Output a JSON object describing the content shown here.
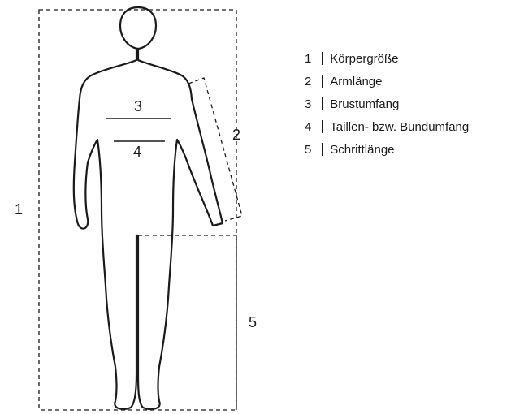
{
  "diagram": {
    "markers": {
      "height": "1",
      "arm": "2",
      "chest": "3",
      "waist": "4",
      "inseam": "5"
    }
  },
  "legend": {
    "items": [
      {
        "number": "1",
        "label": "Körpergröße"
      },
      {
        "number": "2",
        "label": "Armlänge"
      },
      {
        "number": "3",
        "label": "Brustumfang"
      },
      {
        "number": "4",
        "label": "Taillen- bzw. Bundumfang"
      },
      {
        "number": "5",
        "label": "Schrittlänge"
      }
    ]
  }
}
